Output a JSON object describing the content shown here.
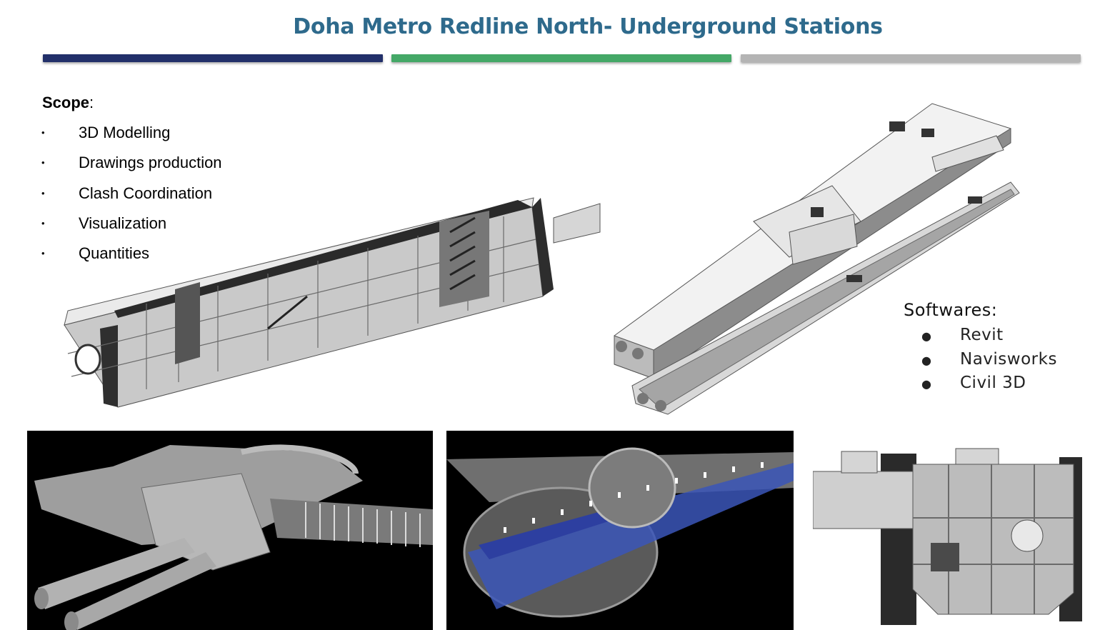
{
  "header": {
    "title": "Doha Metro Redline North- Underground Stations",
    "accent_colors": [
      "#22306a",
      "#44a867",
      "#b4b4b4"
    ],
    "title_color": "#2e6a8c"
  },
  "scope": {
    "label": "Scope",
    "suffix": ":",
    "items": [
      "3D Modelling",
      "Drawings production",
      "Clash Coordination",
      "Visualization",
      "Quantities"
    ]
  },
  "softwares": {
    "label": "Softwares:",
    "items": [
      "Revit",
      "Navisworks",
      "Civil 3D"
    ]
  },
  "images": {
    "section_model": "station-section-3d-model",
    "exploded_model": "exploded-station-model",
    "dark_render_station": "station-with-tunnels-render",
    "dark_render_tunnel": "tunnel-interior-render",
    "cross_section": "station-cross-section"
  }
}
